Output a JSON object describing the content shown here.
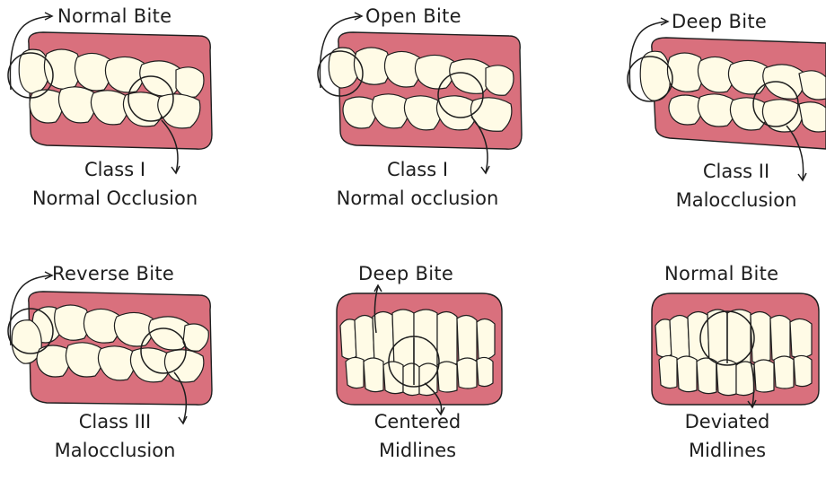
{
  "colors": {
    "gum": "#d9707d",
    "gum_dark": "#c05868",
    "tooth": "#fffbe6",
    "ink": "#1e1e1e"
  },
  "panels": [
    {
      "bite": "Normal Bite",
      "cap1": "Class I",
      "cap2": "Normal Occlusion",
      "view": "side"
    },
    {
      "bite": "Open Bite",
      "cap1": "Class I",
      "cap2": "Normal occlusion",
      "view": "side"
    },
    {
      "bite": "Deep Bite",
      "cap1": "Class II",
      "cap2": "Malocclusion",
      "view": "side"
    },
    {
      "bite": "Reverse Bite",
      "cap1": "Class III",
      "cap2": "Malocclusion",
      "view": "side"
    },
    {
      "bite": "Deep Bite",
      "cap1": "Centered",
      "cap2": "Midlines",
      "view": "front"
    },
    {
      "bite": "Normal Bite",
      "cap1": "Deviated",
      "cap2": "Midlines",
      "view": "front"
    }
  ]
}
